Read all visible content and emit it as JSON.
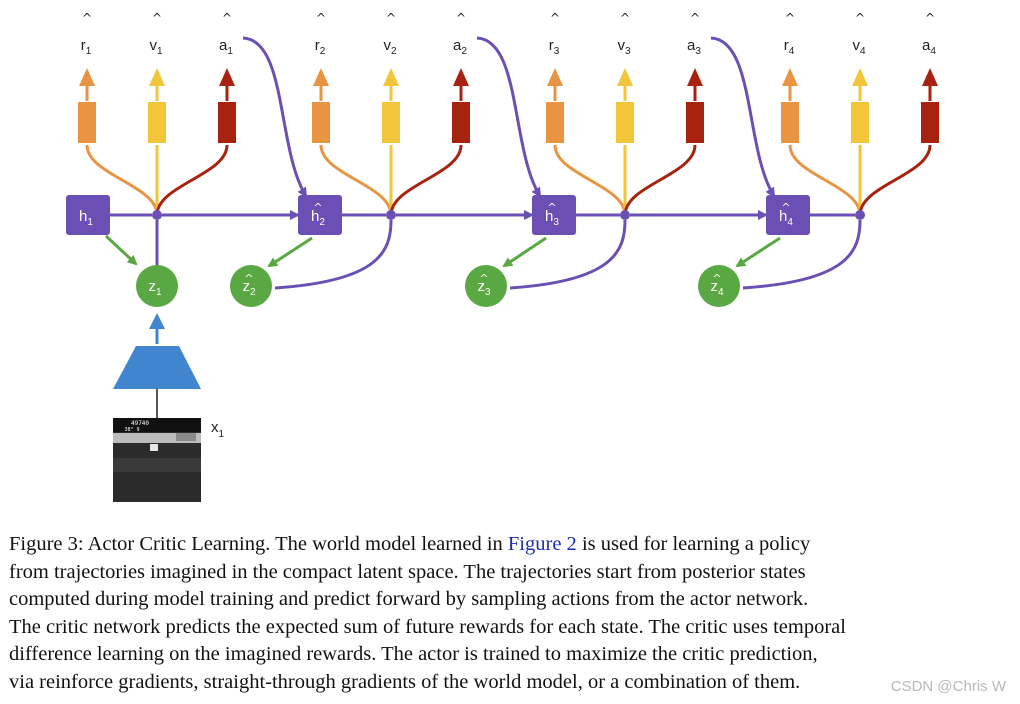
{
  "diagram": {
    "colors": {
      "latent_h": "#6b4fb5",
      "latent_z": "#5aa843",
      "reward_head": "#e99443",
      "value_head": "#f2c53a",
      "action_head": "#a82210",
      "encoder": "#4285cf",
      "link": "#6b4fb5"
    },
    "steps": [
      {
        "h": "h",
        "z": "z",
        "r": "r",
        "v": "v",
        "a": "a",
        "index": "1",
        "h_hat": false,
        "z_hat": false
      },
      {
        "h": "h",
        "z": "z",
        "r": "r",
        "v": "v",
        "a": "a",
        "index": "2",
        "h_hat": true,
        "z_hat": true
      },
      {
        "h": "h",
        "z": "z",
        "r": "r",
        "v": "v",
        "a": "a",
        "index": "3",
        "h_hat": true,
        "z_hat": true
      },
      {
        "h": "h",
        "z": "z",
        "r": "r",
        "v": "v",
        "a": "a",
        "index": "4",
        "h_hat": true,
        "z_hat": true
      }
    ],
    "hat_glyph": "^",
    "input": {
      "label": "x",
      "index": "1"
    },
    "game_frame": {
      "score": "49740",
      "lives": "38°  9"
    }
  },
  "caption": {
    "prefix": "Figure 3: Actor Critic Learning. The world model learned in ",
    "link_text": "Figure 2",
    "line1_rest": " is used for learning a policy",
    "line2": "from trajectories imagined in the compact latent space. The trajectories start from posterior states",
    "line3": "computed during model training and predict forward by sampling actions from the actor network.",
    "line4": "The critic network predicts the expected sum of future rewards for each state. The critic uses temporal",
    "line5": "difference learning on the imagined rewards. The actor is trained to maximize the critic prediction,",
    "line6": "via reinforce gradients, straight-through gradients of the world model, or a combination of them."
  },
  "watermark": "CSDN @Chris W"
}
